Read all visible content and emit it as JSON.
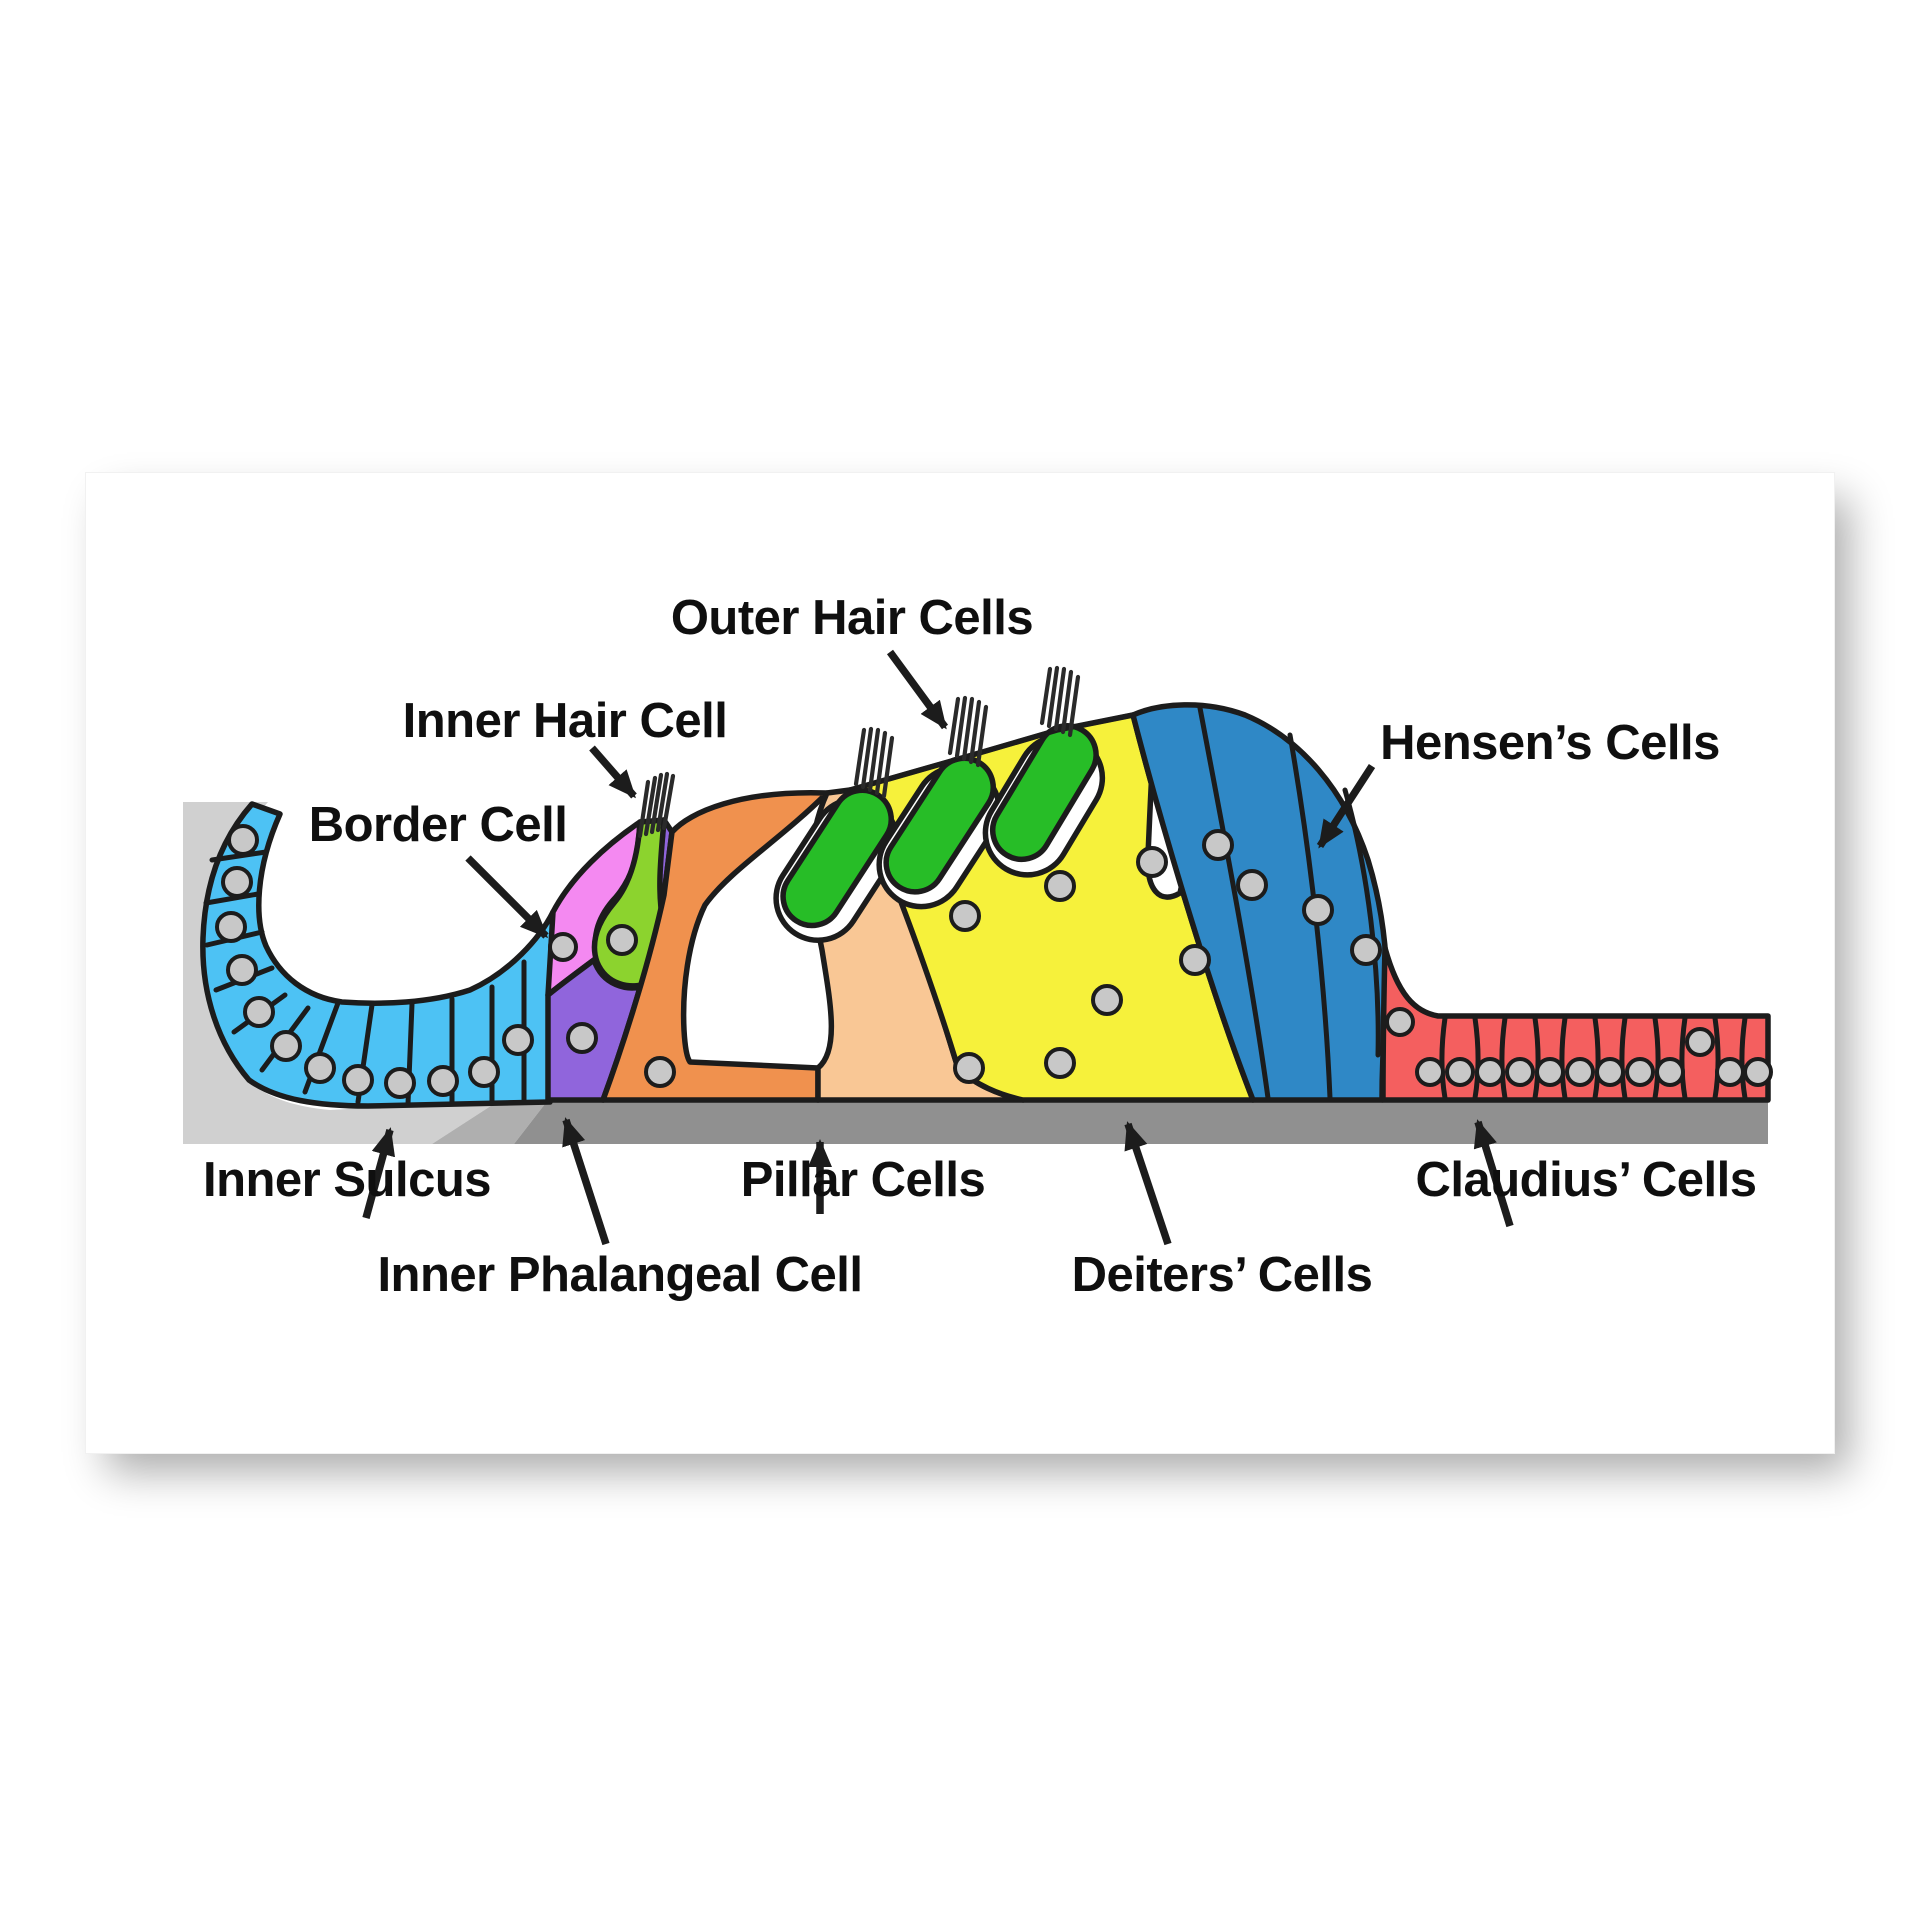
{
  "figure": {
    "subject": "Organ of Corti cell types (cochlea cross-section)"
  },
  "labels": {
    "outer_hair_cells": "Outer Hair Cells",
    "inner_hair_cell": "Inner Hair Cell",
    "border_cell": "Border Cell",
    "hensens_cells": "Hensen’s Cells",
    "inner_sulcus": "Inner Sulcus",
    "pillar_cells": "Pillar Cells",
    "claudius_cells": "Claudius’ Cells",
    "inner_phalangeal_cell": "Inner Phalangeal Cell",
    "deiters_cells": "Deiters’ Cells"
  },
  "colors": {
    "inner_sulcus_cells": "#4DC2F4",
    "border_cell": "#F489F1",
    "inner_hair_cell": "#8CD32E",
    "inner_phalangeal_cell": "#9065DC",
    "inner_pillar_cell": "#F0914E",
    "outer_pillar_cell": "#F9C795",
    "outer_hair_cells": "#27BD27",
    "deiters_cells": "#F6F13B",
    "hensens_cells": "#2F88C6",
    "claudius_cells": "#F45F5F",
    "basilar_membrane_light": "#D0D0D0",
    "basilar_membrane_mid": "#AFAFAF",
    "basilar_membrane_dark": "#909090",
    "nucleus": "#C8C8C8",
    "outline": "#1C1C1C",
    "label_text": "#0F0F0F"
  }
}
